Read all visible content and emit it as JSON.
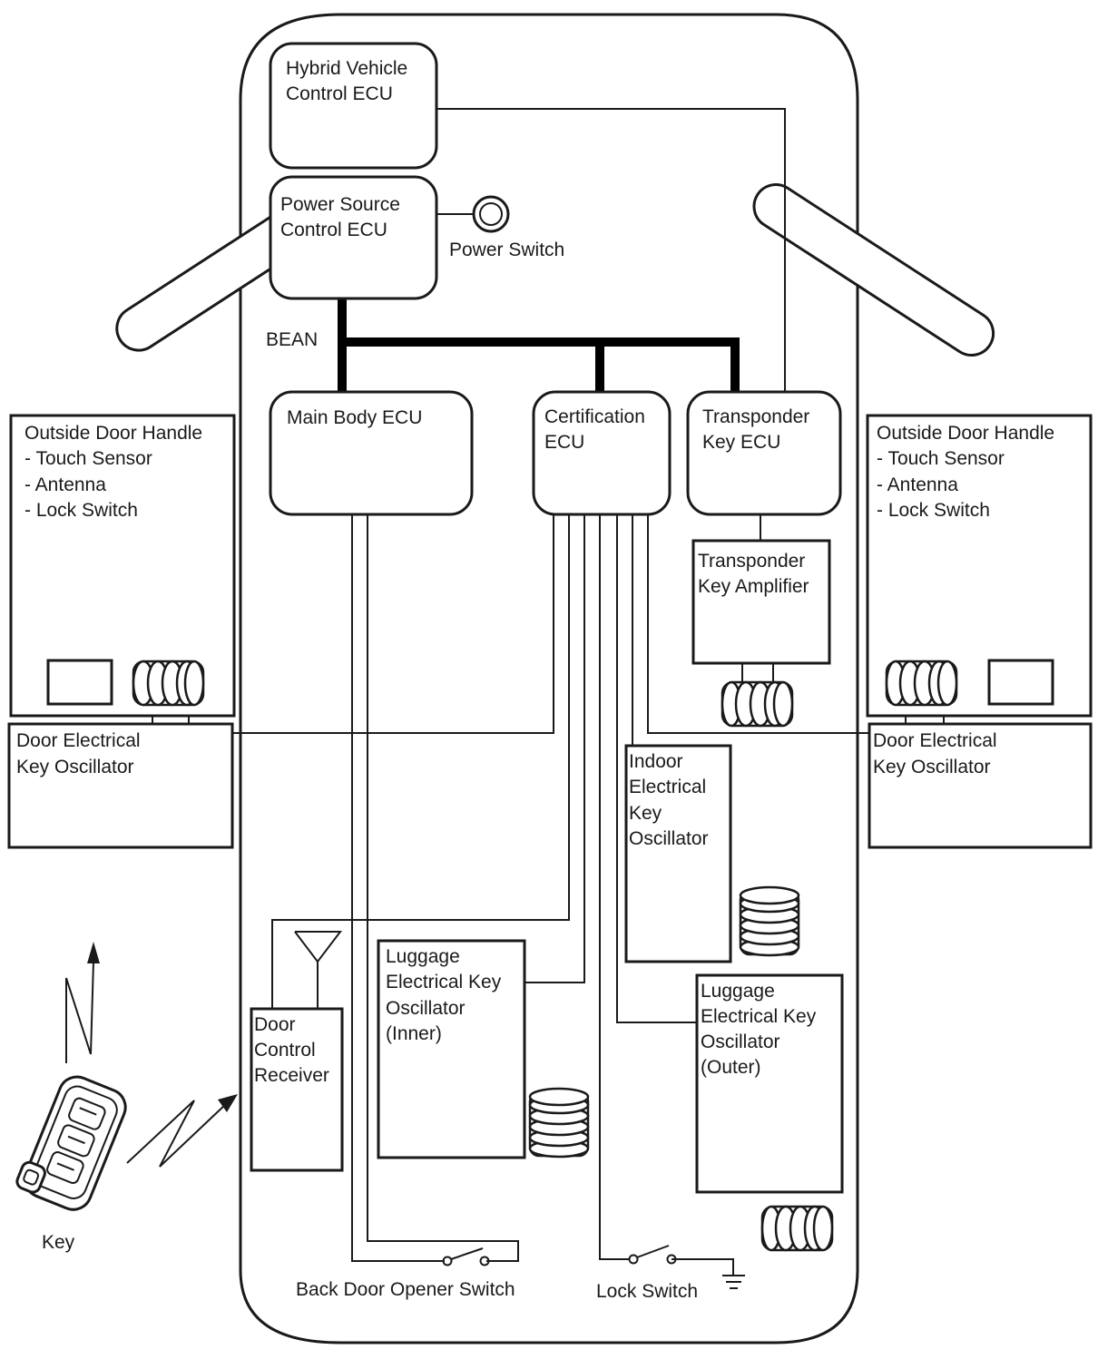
{
  "labels": {
    "hv_ecu": [
      "Hybrid Vehicle",
      "Control ECU"
    ],
    "ps_ecu": [
      "Power Source",
      "Control ECU"
    ],
    "power_switch": "Power Switch",
    "bean": "BEAN",
    "main_body": "Main Body ECU",
    "cert_ecu": [
      "Certification",
      "ECU"
    ],
    "trans_ecu": [
      "Transponder",
      "Key ECU"
    ],
    "trans_amp": [
      "Transponder",
      "Key Amplifier"
    ],
    "odh_left": [
      "Outside Door Handle",
      "- Touch Sensor",
      "- Antenna",
      "- Lock Switch"
    ],
    "odh_right": [
      "Outside Door Handle",
      "- Touch Sensor",
      "- Antenna",
      "- Lock Switch"
    ],
    "dek_left": [
      "Door Electrical",
      "Key Oscillator"
    ],
    "dek_right": [
      "Door Electrical",
      "Key Oscillator"
    ],
    "indoor": [
      "Indoor",
      "Electrical",
      "Key",
      "Oscillator"
    ],
    "lug_inner": [
      "Luggage",
      "Electrical Key",
      "Oscillator",
      "(Inner)"
    ],
    "lug_outer": [
      "Luggage",
      "Electrical Key",
      "Oscillator",
      "(Outer)"
    ],
    "door_ctrl": [
      "Door",
      "Control",
      "Receiver"
    ],
    "key": "Key",
    "back_door": "Back Door Opener Switch",
    "lock_switch": "Lock Switch"
  }
}
